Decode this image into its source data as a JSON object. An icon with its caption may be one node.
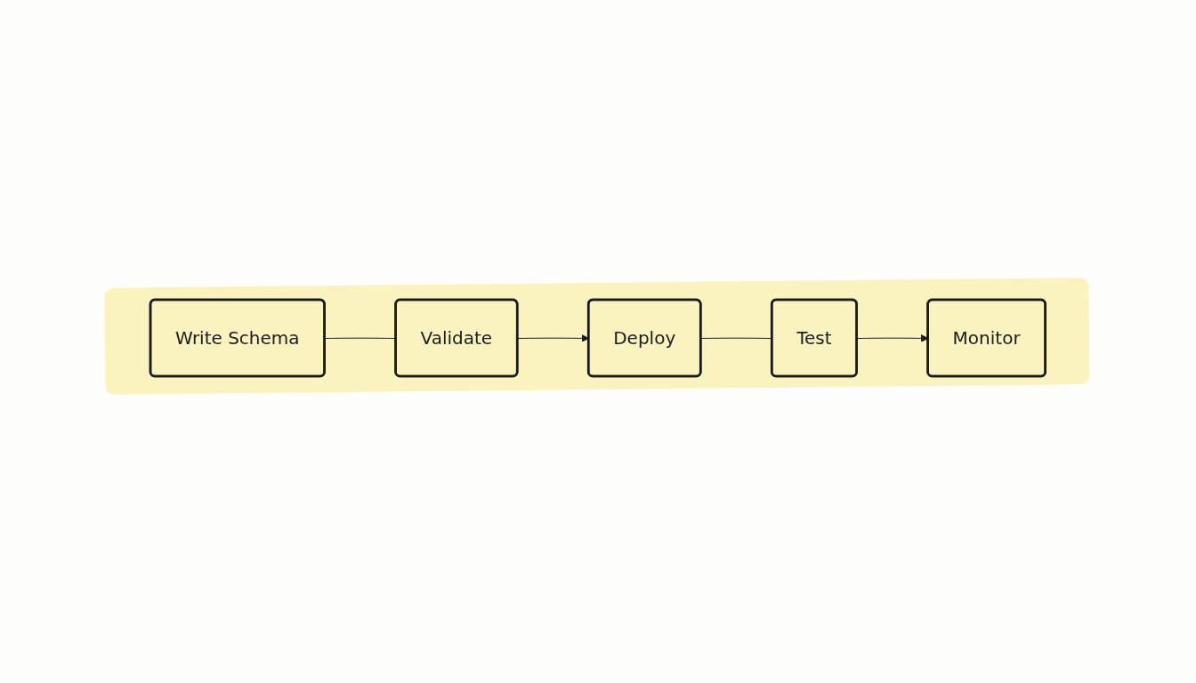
{
  "diagram": {
    "nodes": [
      {
        "text": [
          "Write Schema"
        ]
      },
      {
        "text": [
          "Validate"
        ]
      },
      {
        "text": [
          "Deploy"
        ]
      },
      {
        "text": [
          "Test"
        ]
      },
      {
        "text": [
          "Monitor"
        ]
      }
    ],
    "edges": [
      {
        "from": 0,
        "to": 1,
        "arrow": "none"
      },
      {
        "from": 1,
        "to": 2,
        "arrow": "to"
      },
      {
        "from": 2,
        "to": 3,
        "arrow": "none"
      },
      {
        "from": 3,
        "to": 4,
        "arrow": "to"
      }
    ]
  }
}
